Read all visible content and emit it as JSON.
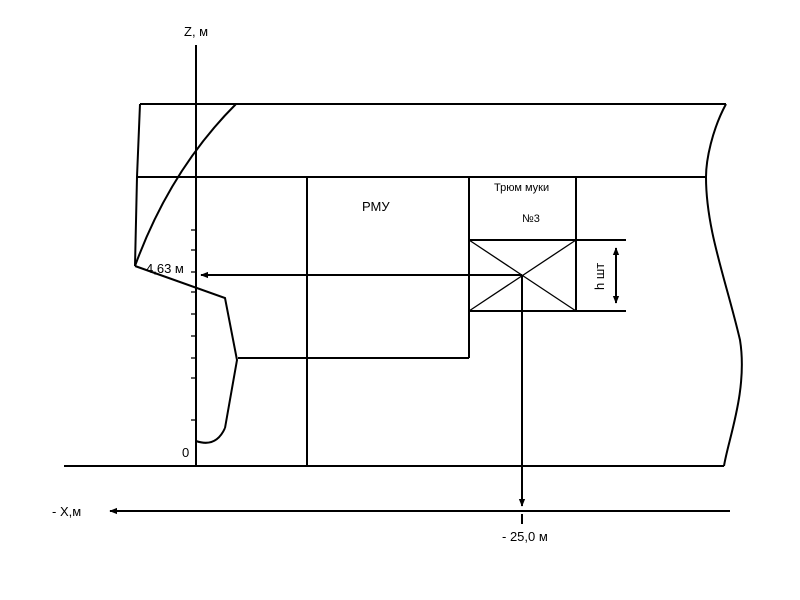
{
  "labels": {
    "z_axis": "Z, м",
    "x_axis": "- X,м",
    "rmu": "РМУ",
    "hold_title": "Трюм муки",
    "hold_number": "№3",
    "cg_height": "4,63 м",
    "cg_x": "- 25,0 м",
    "zero": "0",
    "hatch_height": "h шт"
  },
  "colors": {
    "stroke": "#000000",
    "background": "#ffffff"
  }
}
